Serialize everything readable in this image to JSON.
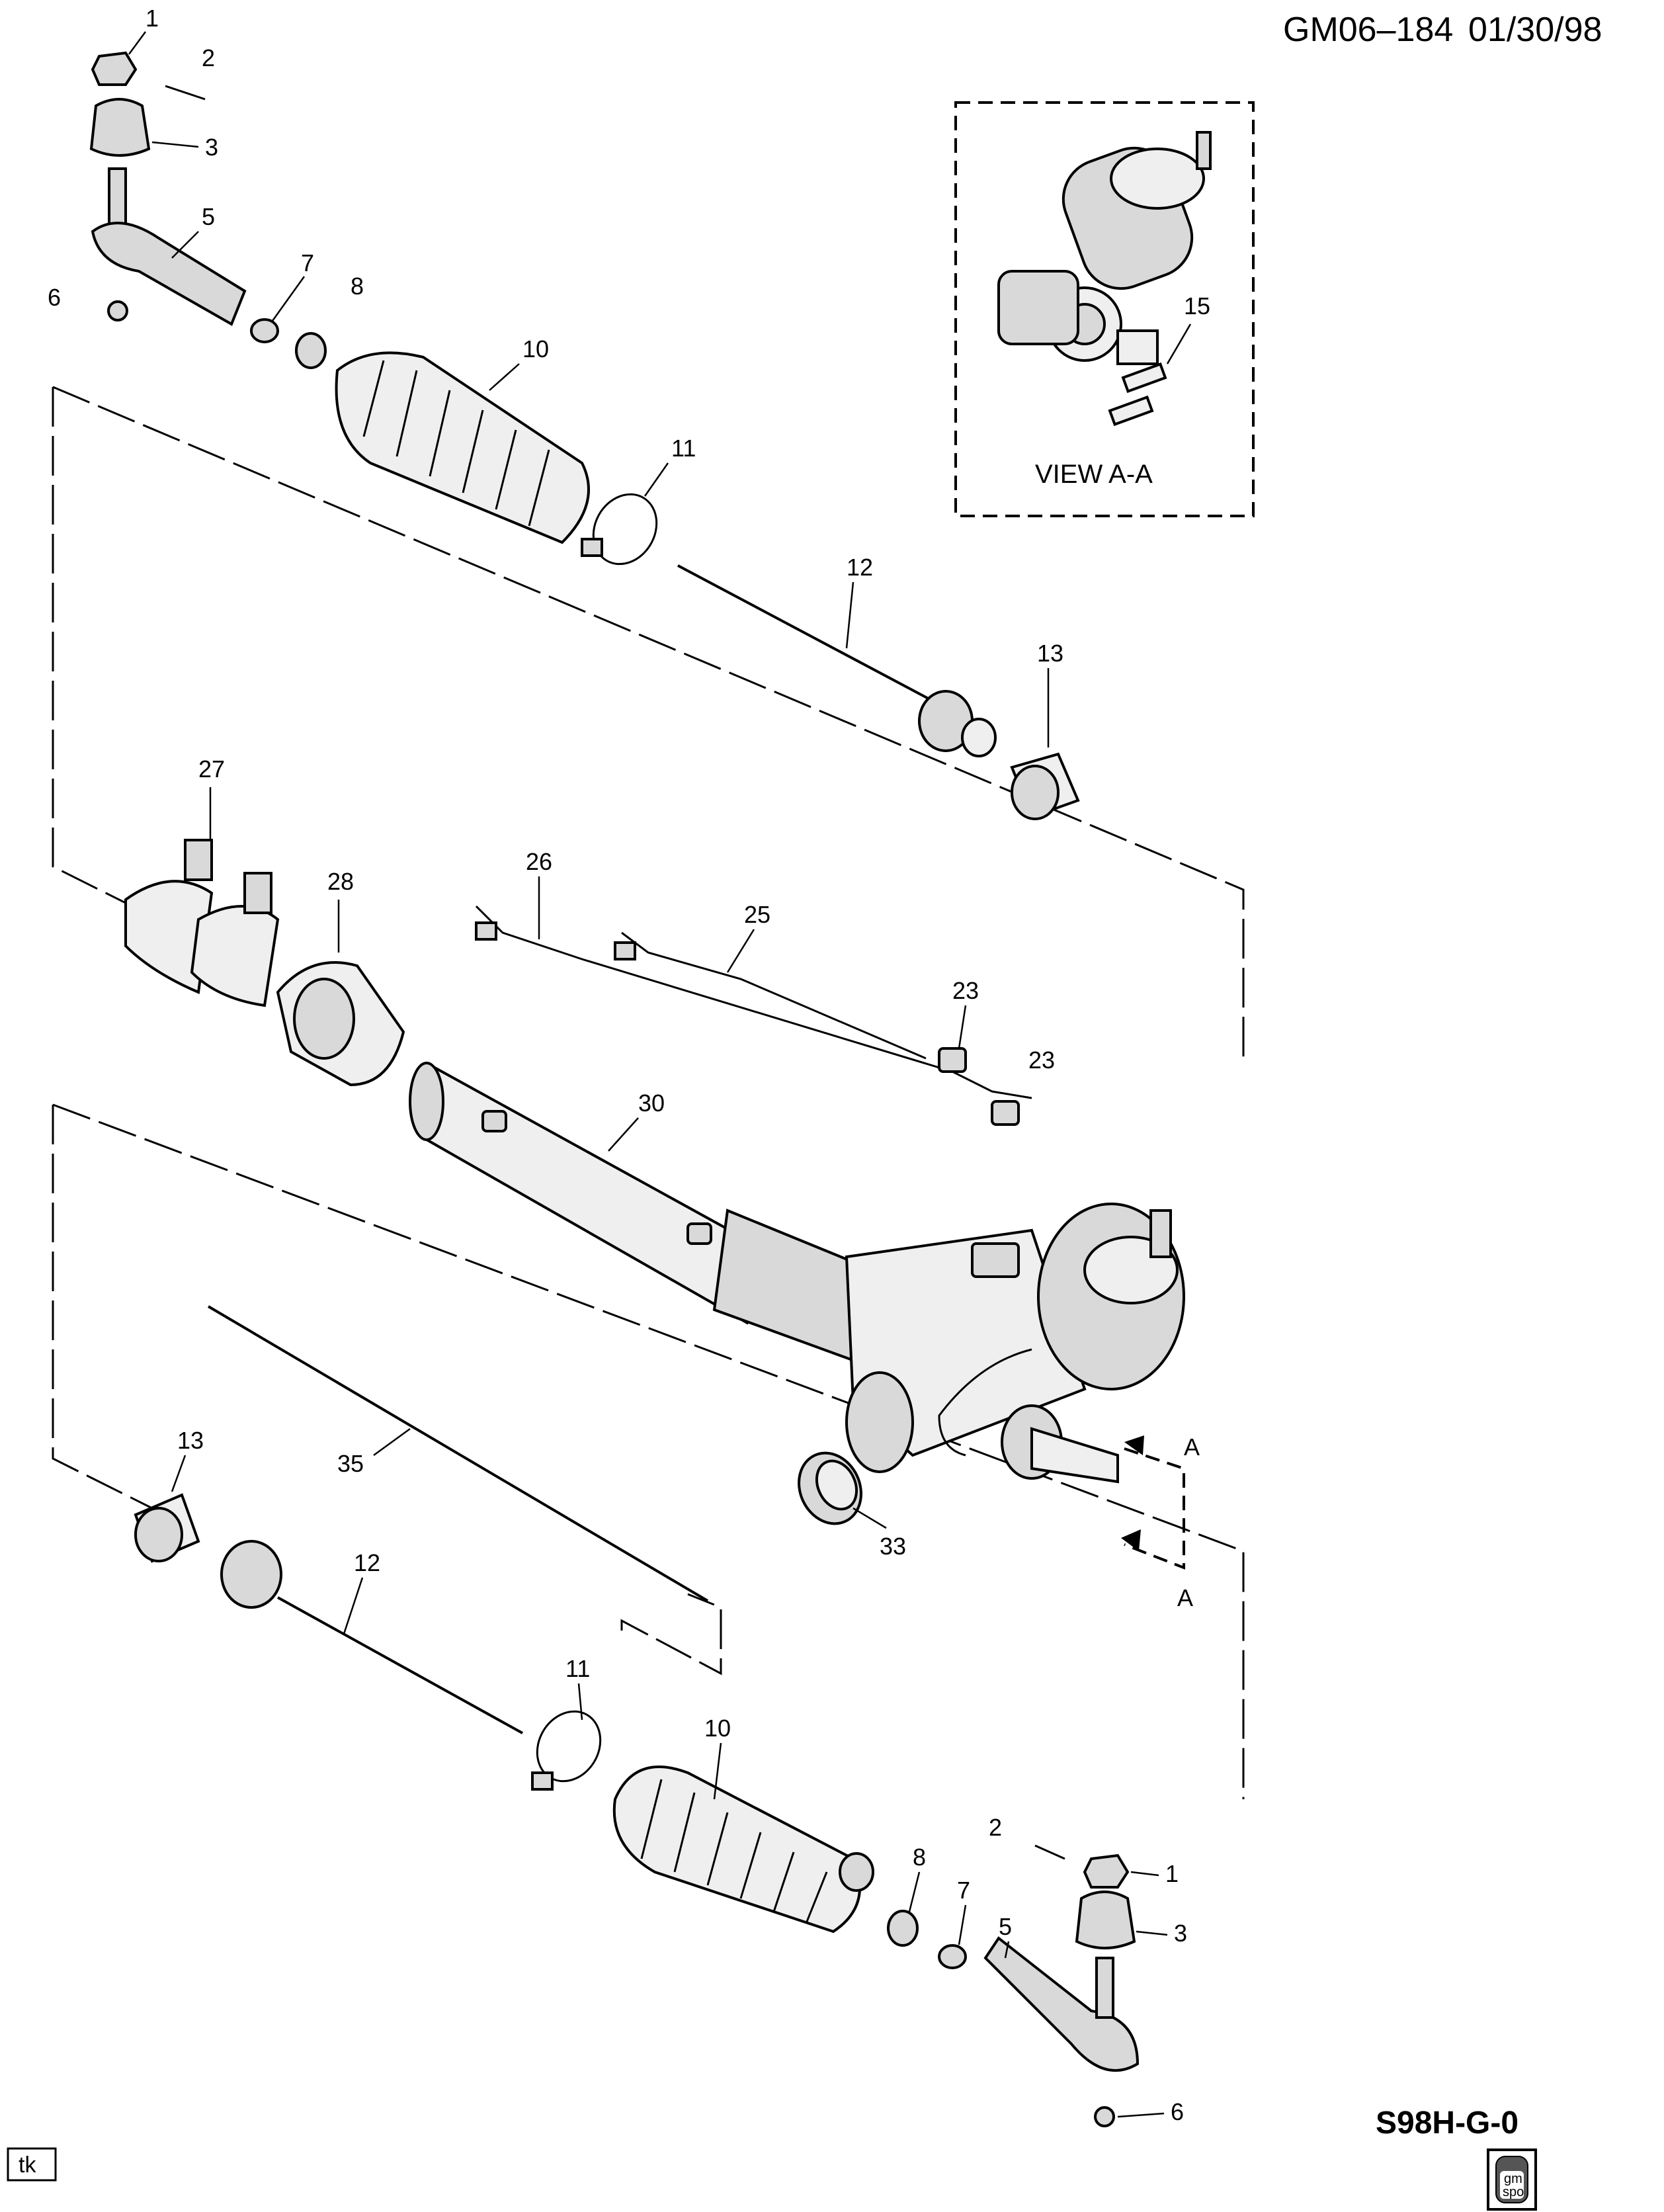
{
  "header": {
    "code": "GM06–184",
    "date": "01/30/98"
  },
  "view": {
    "label": "VIEW A-A"
  },
  "section_marks": {
    "a1": "A",
    "a2": "A"
  },
  "drawing_code": "S98H-G-0",
  "initials": "tk",
  "logo": {
    "line1": "gm",
    "line2": "spo"
  },
  "callouts": {
    "c1a": "1",
    "c2a": "2",
    "c3a": "3",
    "c5a": "5",
    "c6a": "6",
    "c7a": "7",
    "c8a": "8",
    "c10a": "10",
    "c11a": "11",
    "c12a": "12",
    "c13a": "13",
    "c15": "15",
    "c27": "27",
    "c28": "28",
    "c26": "26",
    "c25": "25",
    "c23a": "23",
    "c23b": "23",
    "c30": "30",
    "c35": "35",
    "c13b": "13",
    "c12b": "12",
    "c33": "33",
    "c11b": "11",
    "c10b": "10",
    "c2b": "2",
    "c1b": "1",
    "c8b": "8",
    "c7b": "7",
    "c5b": "5",
    "c3b": "3",
    "c6b": "6"
  }
}
